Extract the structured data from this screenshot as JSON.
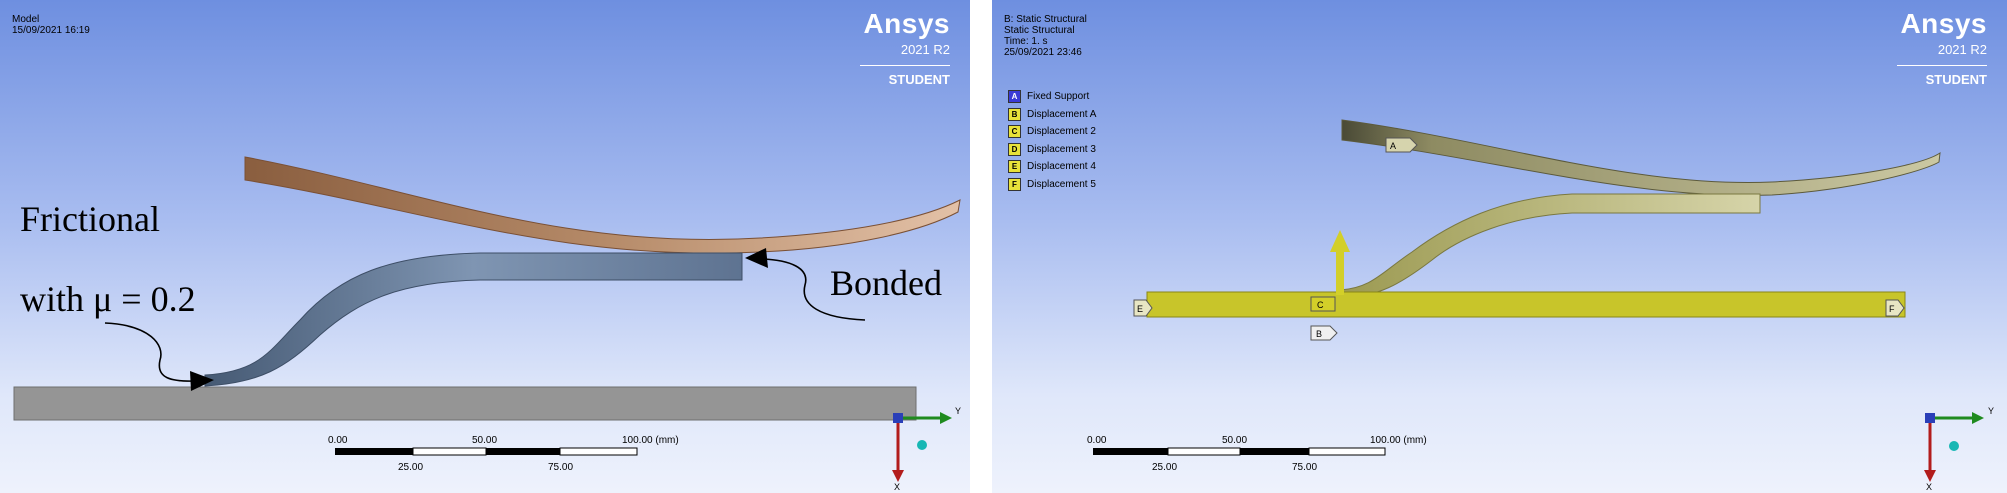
{
  "left": {
    "header": {
      "title": "Model",
      "date": "15/09/2021 16:19"
    },
    "brand": {
      "name": "Ansys",
      "version": "2021 R2",
      "edition": "STUDENT"
    },
    "annotations": {
      "frictional_line1": "Frictional",
      "frictional_line2": "with μ = 0.2",
      "bonded": "Bonded"
    },
    "scale": {
      "top_ticks": [
        "0.00",
        "50.00",
        "100.00 (mm)"
      ],
      "bottom_ticks": [
        "25.00",
        "75.00"
      ]
    },
    "triad": {
      "y_label": "Y",
      "x_label": "X"
    }
  },
  "right": {
    "header": {
      "line1": "B: Static Structural",
      "line2": "Static Structural",
      "line3": "Time: 1. s",
      "line4": "25/09/2021 23:46"
    },
    "brand": {
      "name": "Ansys",
      "version": "2021 R2",
      "edition": "STUDENT"
    },
    "legend": [
      {
        "key": "A",
        "label": "Fixed Support",
        "color": "#3b3bd6"
      },
      {
        "key": "B",
        "label": "Displacement A",
        "color": "#e8e23a"
      },
      {
        "key": "C",
        "label": "Displacement 2",
        "color": "#e8e23a"
      },
      {
        "key": "D",
        "label": "Displacement 3",
        "color": "#e8e23a"
      },
      {
        "key": "E",
        "label": "Displacement 4",
        "color": "#e8e23a"
      },
      {
        "key": "F",
        "label": "Displacement 5",
        "color": "#e8e23a"
      }
    ],
    "markers": {
      "a": "A",
      "b": "B",
      "c": "C",
      "e": "E",
      "f": "F"
    },
    "scale": {
      "top_ticks": [
        "0.00",
        "50.00",
        "100.00 (mm)"
      ],
      "bottom_ticks": [
        "25.00",
        "75.00"
      ]
    },
    "triad": {
      "y_label": "Y",
      "x_label": "X"
    }
  },
  "colors": {
    "upper_beam": "#b58a68",
    "lower_beam": "#6f86a3",
    "base_plate": "#959595",
    "yellow": "#c8c52a"
  }
}
